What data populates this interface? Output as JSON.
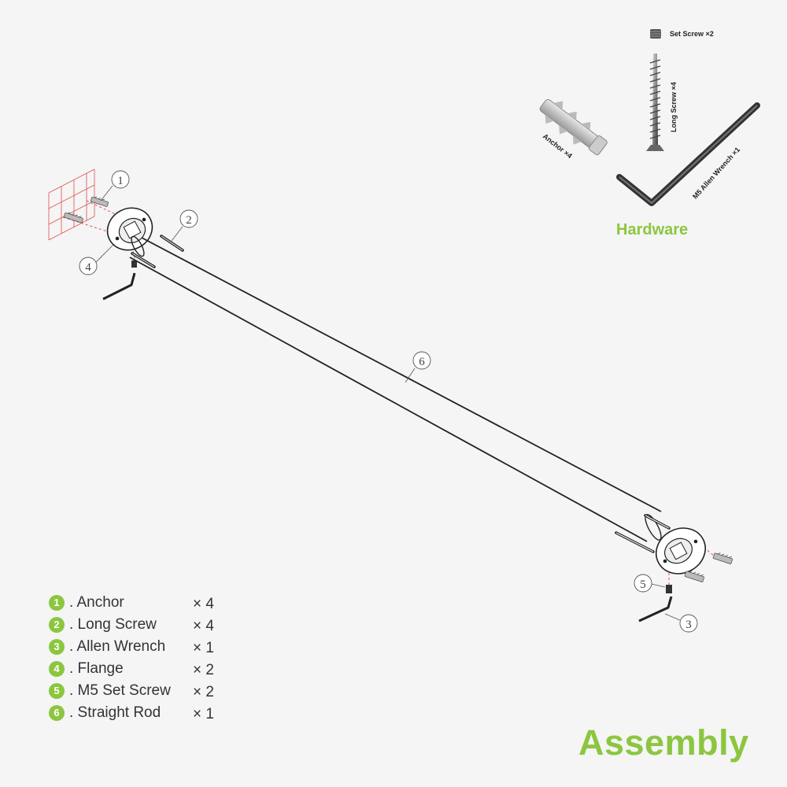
{
  "hardware": {
    "title": "Hardware",
    "labels": {
      "set_screw": "Set Screw ×2",
      "long_screw": "Long Screw ×4",
      "anchor": "Anchor ×4",
      "allen_wrench": "M5 Allen Wrench ×1"
    }
  },
  "callouts": [
    "1",
    "2",
    "3",
    "4",
    "5",
    "6"
  ],
  "legend": [
    {
      "num": "1",
      "name": ". Anchor",
      "qty": "× 4"
    },
    {
      "num": "2",
      "name": ". Long Screw",
      "qty": "× 4"
    },
    {
      "num": "3",
      "name": ". Allen Wrench",
      "qty": "× 1"
    },
    {
      "num": "4",
      "name": ". Flange",
      "qty": "× 2"
    },
    {
      "num": "5",
      "name": ". M5 Set Screw",
      "qty": "× 2"
    },
    {
      "num": "6",
      "name": ". Straight Rod",
      "qty": "× 1"
    }
  ],
  "footer": {
    "title": "Assembly"
  },
  "colors": {
    "accent": "#8cc63f",
    "line": "#222222",
    "dash": "#e05050",
    "metal": "#7a7a7a"
  }
}
